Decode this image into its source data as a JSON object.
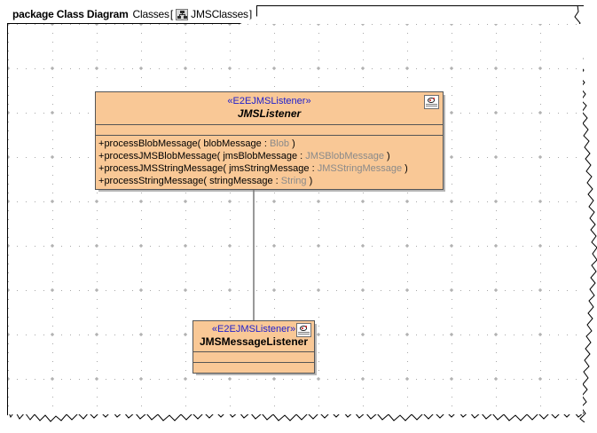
{
  "frame": {
    "keyword": "package Class Diagram",
    "name": "Classes",
    "bracket_open": "[",
    "bracket_close": "]",
    "qualified_name": "JMSClasses",
    "tab_icon": "class-diagram-icon"
  },
  "palette": {
    "class_fill": "#f9c896",
    "class_border": "#555555",
    "stereotype_text": "#2020cc",
    "type_text": "#8a8a8a",
    "name_text": "#000000",
    "canvas": "#ffffff",
    "grid_dot": "#a8a8a8"
  },
  "classes": [
    {
      "id": "jmslistener",
      "stereotype": "«E2EJMSListener»",
      "name": "JMSListener",
      "abstract": true,
      "badge_icon": "stereotype-badge-icon",
      "attributes": [],
      "operations": [
        {
          "visibility": "+",
          "name": "processBlobMessage",
          "open": "(",
          "param": "blobMessage",
          "colon": ":",
          "type": "Blob",
          "close": ")"
        },
        {
          "visibility": "+",
          "name": "processJMSBlobMessage",
          "open": "(",
          "param": "jmsBlobMessage",
          "colon": ":",
          "type": "JMSBlobMessage",
          "close": ")"
        },
        {
          "visibility": "+",
          "name": "processJMSStringMessage",
          "open": "(",
          "param": "jmsStringMessage",
          "colon": ":",
          "type": "JMSStringMessage",
          "close": ")"
        },
        {
          "visibility": "+",
          "name": "processStringMessage",
          "open": "(",
          "param": "stringMessage",
          "colon": ":",
          "type": "String",
          "close": ")"
        }
      ]
    },
    {
      "id": "jmsmessagelistener",
      "stereotype": "«E2EJMSListener»",
      "name": "JMSMessageListener",
      "abstract": false,
      "badge_icon": "stereotype-badge-icon",
      "attributes": [],
      "operations": []
    }
  ],
  "relationships": [
    {
      "type": "generalization",
      "source": "JMSMessageListener",
      "target": "JMSListener",
      "arrow": "hollow-triangle"
    }
  ]
}
